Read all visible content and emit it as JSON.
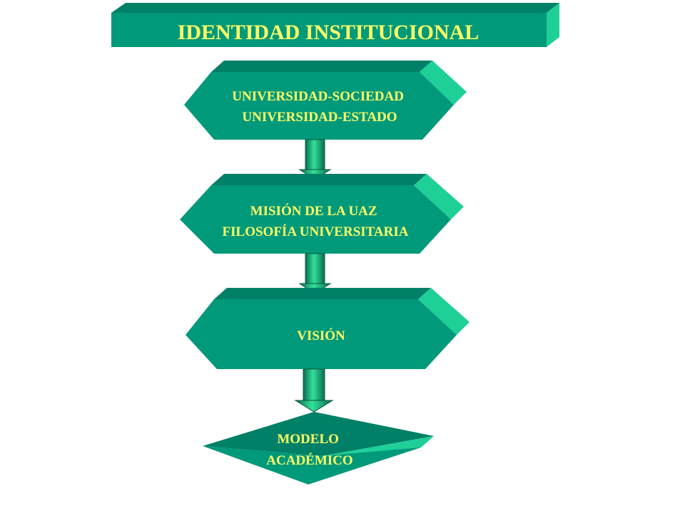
{
  "diagram": {
    "title": "IDENTIDAD INSTITUCIONAL",
    "nodes": [
      {
        "id": "box1",
        "lines": [
          "UNIVERSIDAD-SOCIEDAD",
          "UNIVERSIDAD-ESTADO"
        ]
      },
      {
        "id": "box2",
        "lines": [
          "MISIÓN DE LA UAZ",
          "FILOSOFÍA UNIVERSITARIA"
        ]
      },
      {
        "id": "box3",
        "lines": [
          "VISIÓN"
        ]
      },
      {
        "id": "box4",
        "lines": [
          "MODELO",
          "ACADÉMICO"
        ]
      }
    ],
    "edges": [
      {
        "from": "box1",
        "to": "box2"
      },
      {
        "from": "box2",
        "to": "box3"
      },
      {
        "from": "box3",
        "to": "box4"
      }
    ]
  },
  "colors": {
    "face": "#00997a",
    "top": "#008066",
    "side": "#1fcf98",
    "text": "#ffff66",
    "arrow_light": "#33e09a",
    "arrow_dark": "#0a6b4f"
  }
}
